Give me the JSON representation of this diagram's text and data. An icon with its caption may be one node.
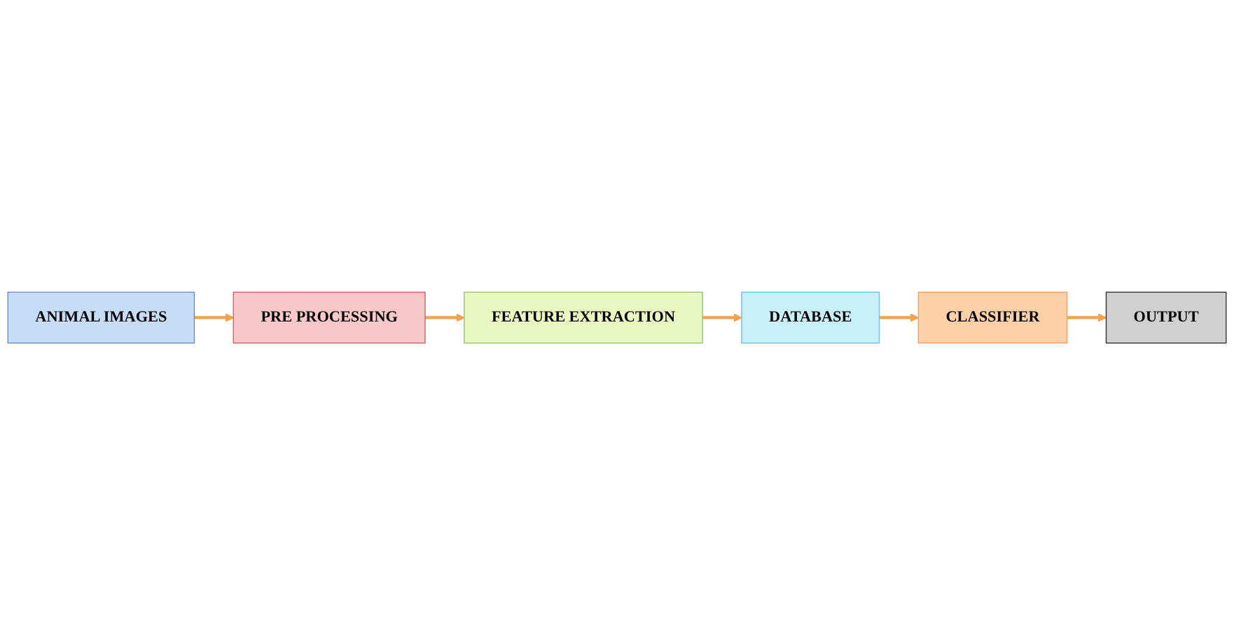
{
  "diagram": {
    "nodes": [
      {
        "text": [
          "ANIMAL IMAGES"
        ]
      },
      {
        "text": [
          "PRE PROCESSING"
        ]
      },
      {
        "text": [
          "FEATURE EXTRACTION"
        ]
      },
      {
        "text": [
          "DATABASE"
        ]
      },
      {
        "text": [
          "CLASSIFIER"
        ]
      },
      {
        "text": [
          "OUTPUT"
        ]
      }
    ],
    "edges": [
      {
        "from": 0,
        "to": 1,
        "arrow": "to"
      },
      {
        "from": 1,
        "to": 2,
        "arrow": "to"
      },
      {
        "from": 2,
        "to": 3,
        "arrow": "to"
      },
      {
        "from": 3,
        "to": 4,
        "arrow": "to"
      },
      {
        "from": 4,
        "to": 5,
        "arrow": "to"
      }
    ]
  }
}
